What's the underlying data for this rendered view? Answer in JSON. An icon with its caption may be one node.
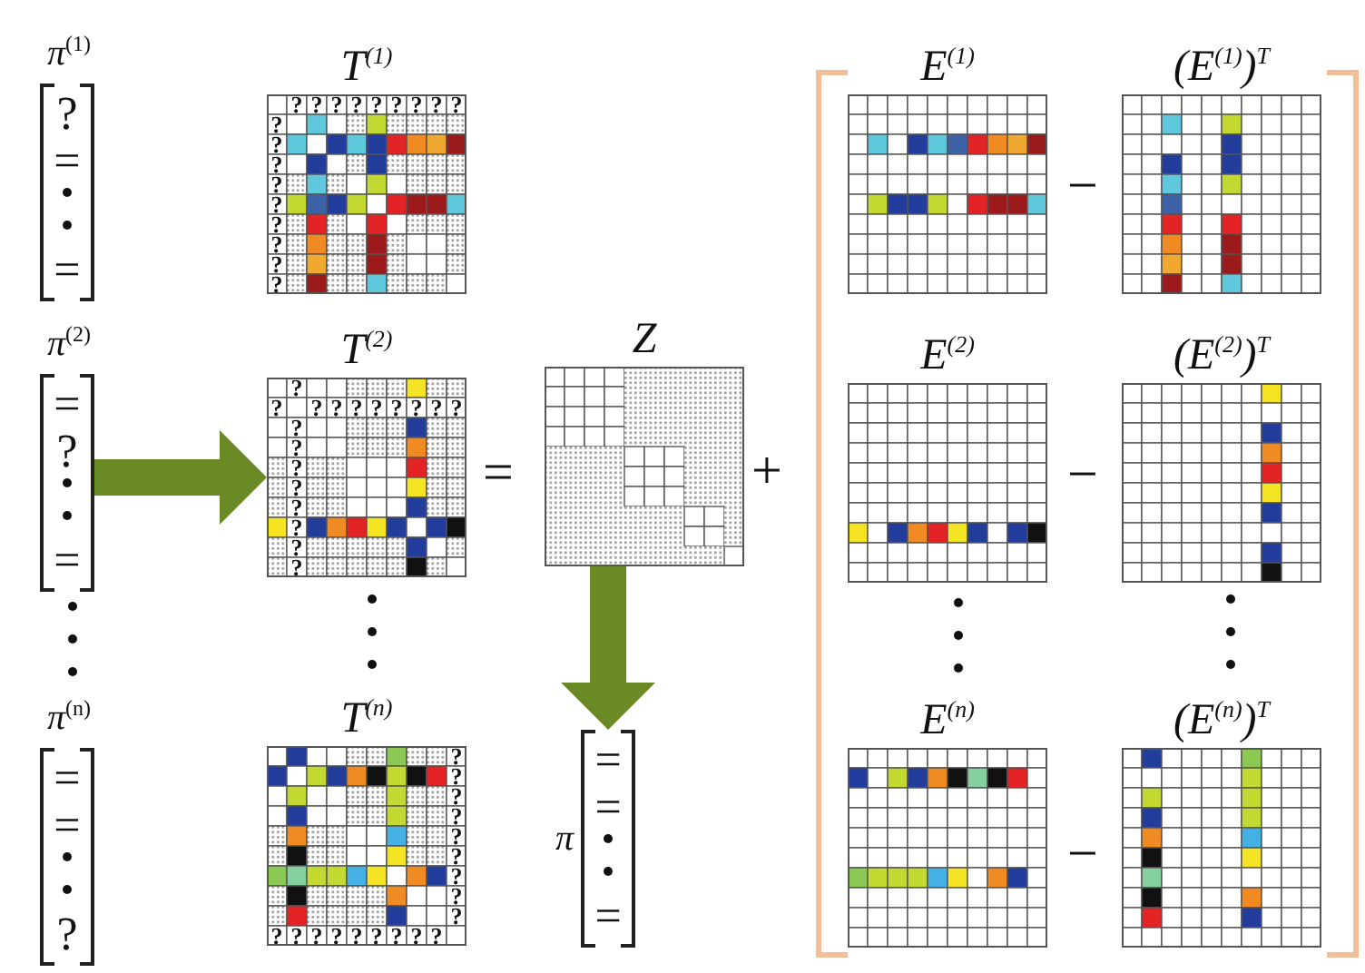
{
  "diagram": {
    "nodes": [
      {
        "text": [
          "π$^{(1)}$",
          "?",
          "=",
          "="
        ]
      },
      {
        "text": [
          "T$^{(1)}$",
          "?",
          "?",
          "?",
          "?",
          "?",
          "?",
          "?",
          "?",
          "?",
          "?",
          "?",
          "?",
          "?",
          "?",
          "?",
          "?",
          "?",
          "?"
        ]
      },
      {
        "text": [
          "E$^{(1)}$"
        ]
      },
      {
        "text": [
          "(E$^{(1)}$)$^{T}$"
        ]
      },
      {
        "text": [
          "π$^{(2)}$",
          "=",
          "?",
          "="
        ]
      },
      {
        "text": [
          "T$^{(2)}$",
          "?",
          "?",
          "?",
          "?",
          "?",
          "?",
          "?",
          "?",
          "?",
          "?",
          "?",
          "?",
          "?",
          "?",
          "?",
          "?",
          "?",
          "?"
        ]
      },
      {
        "text": [
          "Z"
        ]
      },
      {
        "text": [
          "E$^{(2)}$"
        ]
      },
      {
        "text": [
          "(E$^{(2)}$)$^{T}$"
        ]
      },
      {
        "text": [
          "π$^{(n)}$",
          "=",
          "=",
          "?"
        ]
      },
      {
        "text": [
          "T$^{(n)}$",
          "?",
          "?",
          "?",
          "?",
          "?",
          "?",
          "?",
          "?",
          "?",
          "?",
          "?",
          "?",
          "?",
          "?",
          "?",
          "?",
          "?",
          "?"
        ]
      },
      {
        "text": [
          "π",
          "=",
          "=",
          "="
        ]
      },
      {
        "text": [
          "E$^{(n)}$"
        ]
      },
      {
        "text": [
          "(E$^{(n)}$)$^{T}$"
        ]
      }
    ],
    "edges": [
      {
        "from": 4,
        "to": 5,
        "arrow": "to"
      },
      {
        "from": 6,
        "to": 11,
        "arrow": "to"
      }
    ],
    "labels": [
      "−",
      "=",
      "+",
      "−",
      "−"
    ]
  }
}
